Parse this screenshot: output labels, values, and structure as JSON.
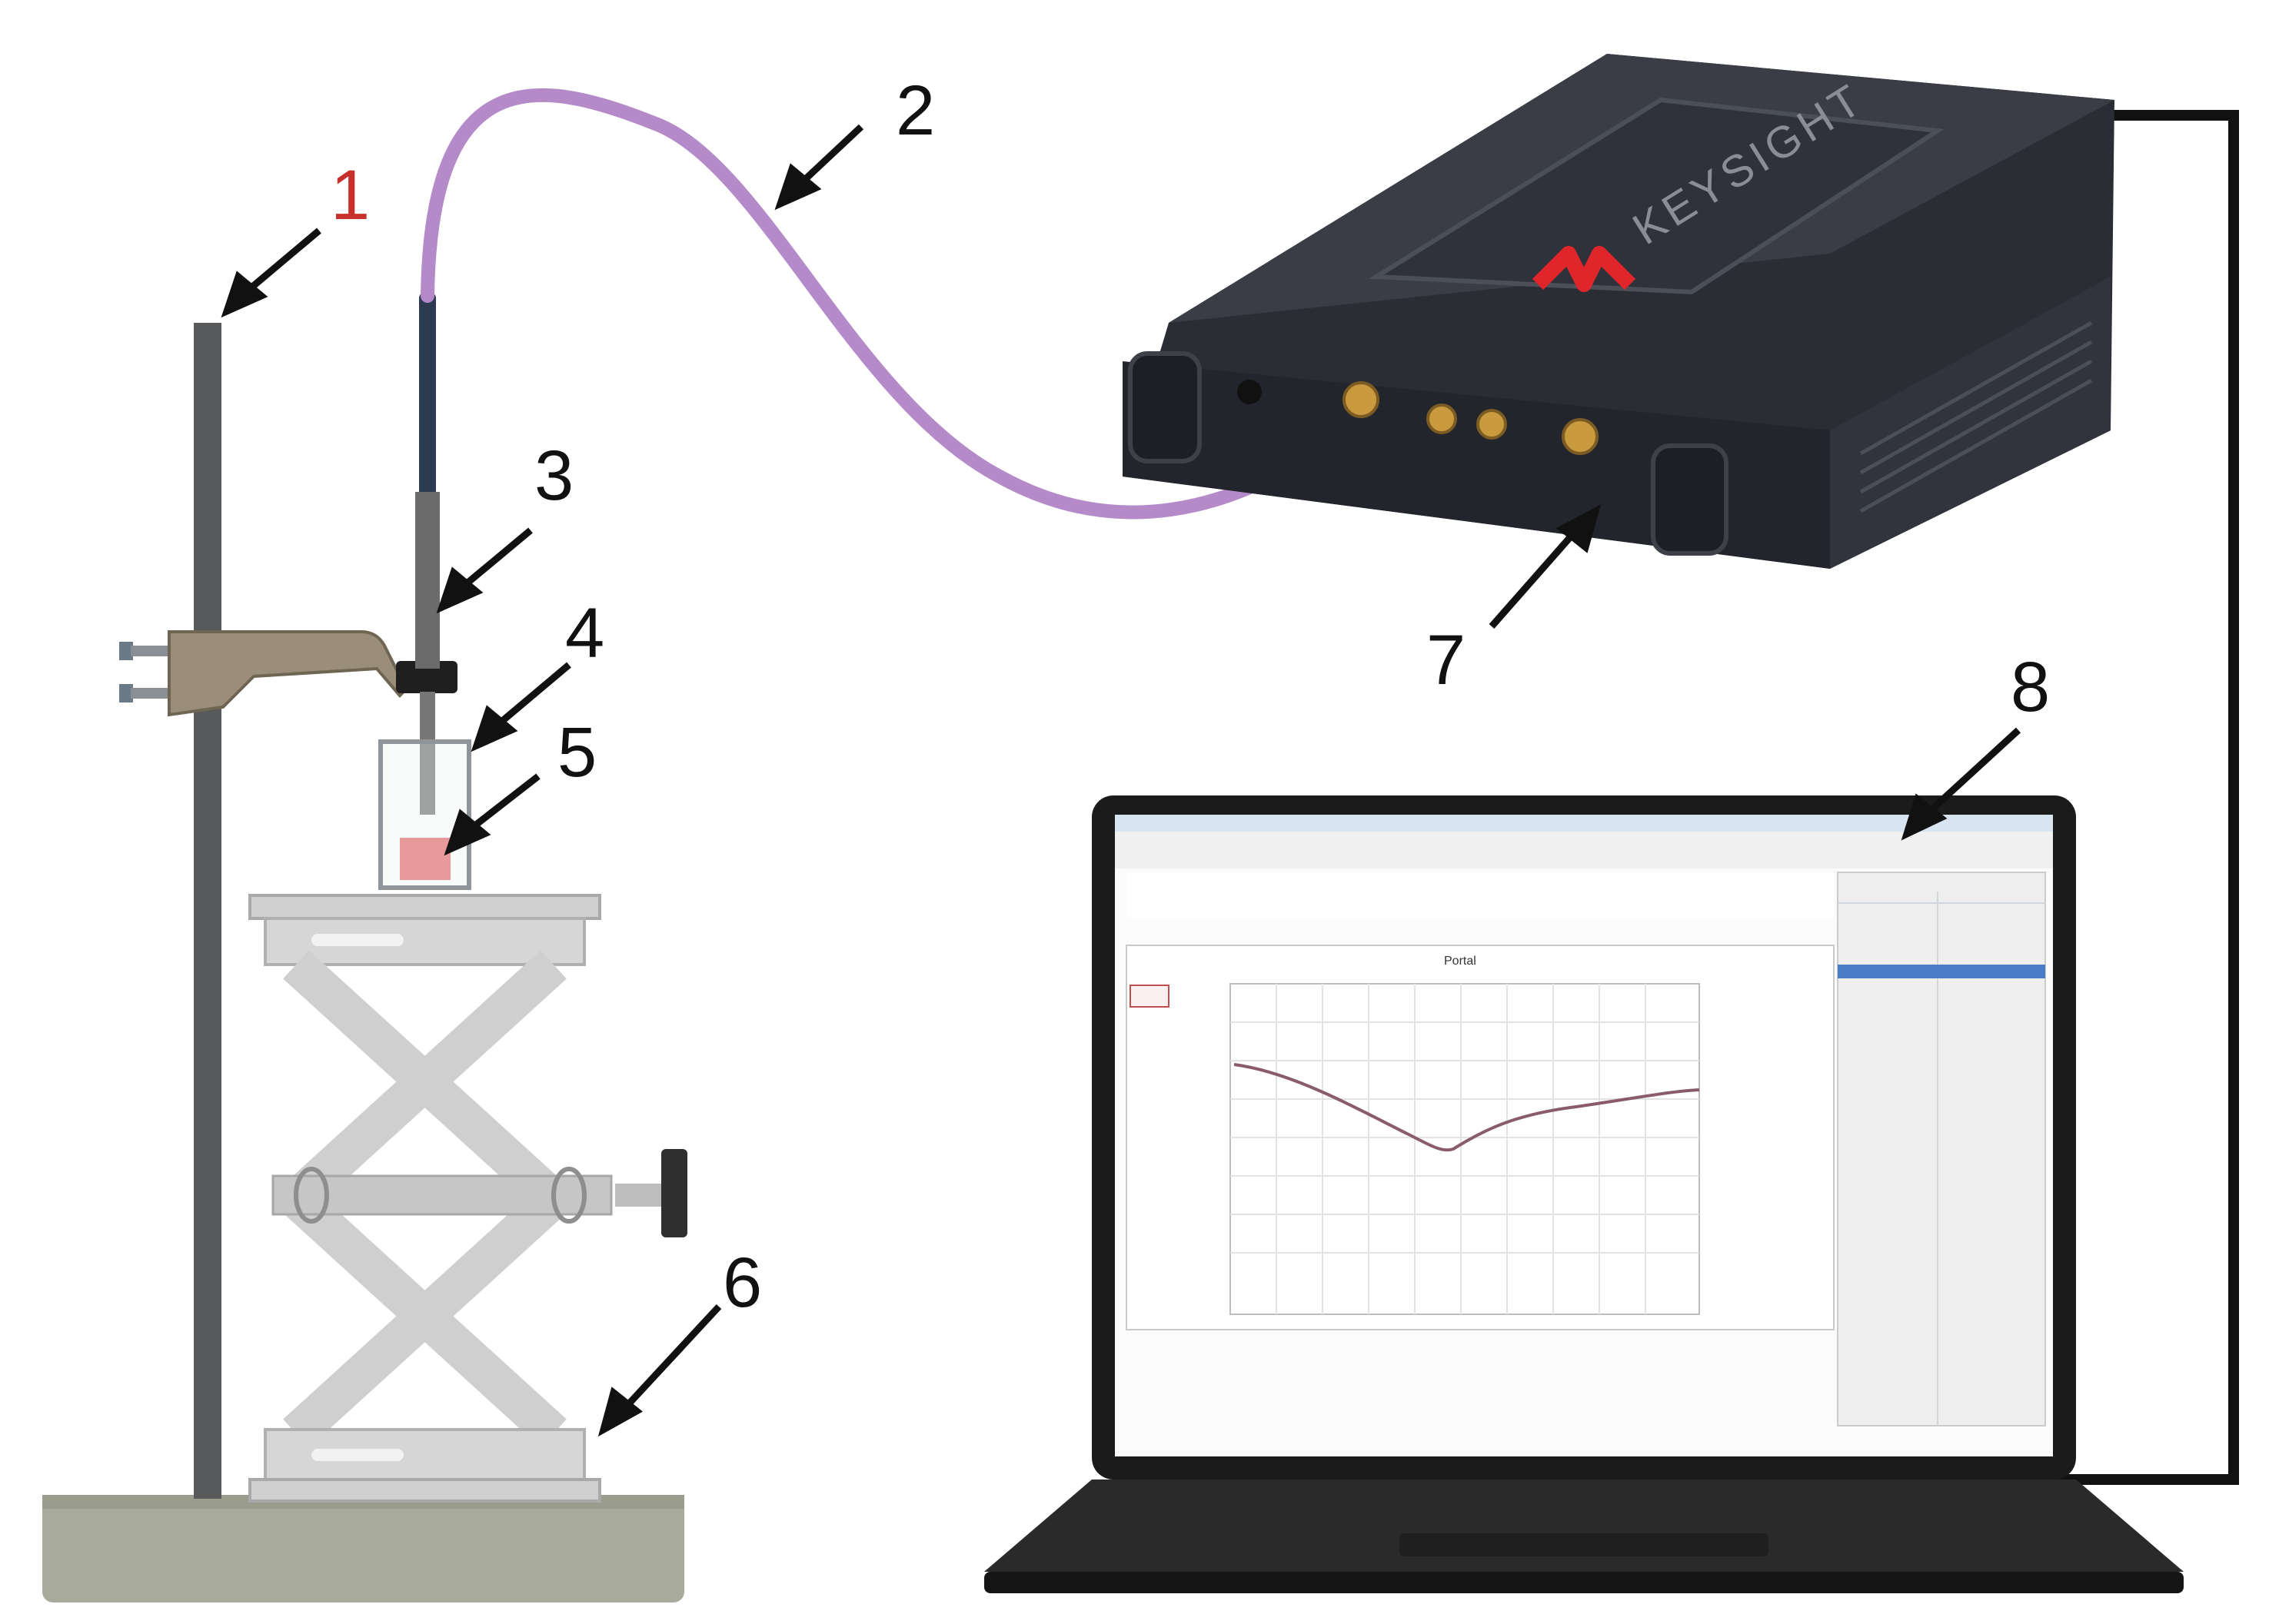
{
  "labels": [
    {
      "id": "1",
      "text": "1",
      "color": "#c8312b"
    },
    {
      "id": "2",
      "text": "2",
      "color": "#111111"
    },
    {
      "id": "3",
      "text": "3",
      "color": "#111111"
    },
    {
      "id": "4",
      "text": "4",
      "color": "#111111"
    },
    {
      "id": "5",
      "text": "5",
      "color": "#111111"
    },
    {
      "id": "6",
      "text": "6",
      "color": "#111111"
    },
    {
      "id": "7",
      "text": "7",
      "color": "#111111"
    },
    {
      "id": "8",
      "text": "8",
      "color": "#111111"
    }
  ],
  "device": {
    "brand": "KEYSIGHT",
    "brand_color": "#e0262b",
    "body_color": "#2b2d35"
  },
  "cable": {
    "color": "#b48ac8"
  },
  "screen": {
    "chart_title": "Portal"
  },
  "colors": {
    "stand_rod": "#58595b",
    "base": "#a8ab9c",
    "jack": "#cfcfcf",
    "sample": "#e79a9a",
    "trace": "#8a5b6a"
  }
}
